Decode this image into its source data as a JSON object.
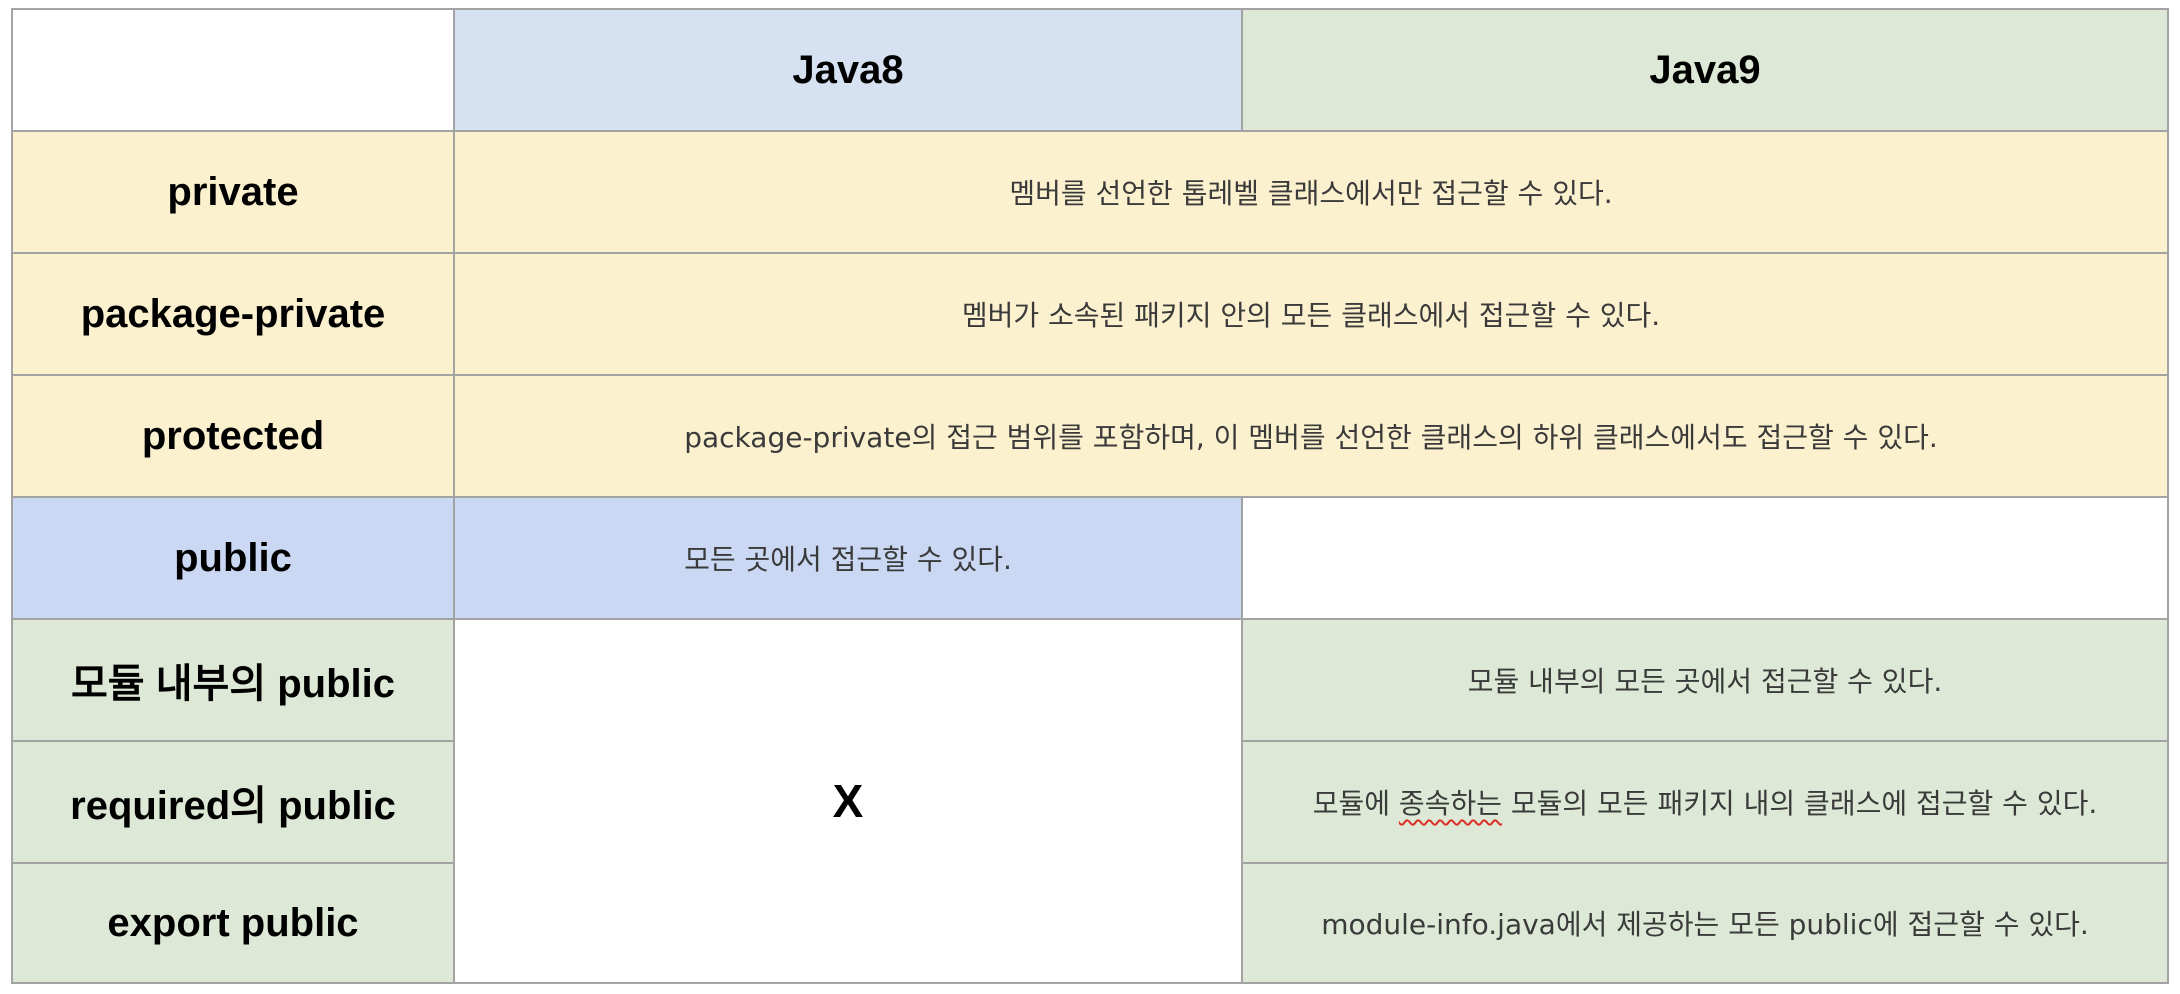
{
  "colors": {
    "java8_header": "#d6e2f2",
    "java9_header": "#dde9d6",
    "yellow_rows": "#fcf1cf",
    "public_row": "#cad8f3",
    "green_rows": "#dde9d6",
    "grid_lines": "#a3a3a3"
  },
  "header": {
    "corner": "",
    "java8": "Java8",
    "java9": "Java9"
  },
  "rows": {
    "private": {
      "label": "private",
      "description": "멤버를 선언한 톱레벨 클래스에서만 접근할 수 있다."
    },
    "package_private": {
      "label": "package-private",
      "description": "멤버가 소속된 패키지 안의 모든 클래스에서 접근할 수 있다."
    },
    "protected": {
      "label": "protected",
      "description": "package-private의 접근 범위를 포함하며, 이 멤버를 선언한 클래스의 하위 클래스에서도 접근할 수 있다."
    },
    "public": {
      "label": "public",
      "java8": "모든 곳에서 접근할 수 있다.",
      "java9": ""
    },
    "module_internal_public": {
      "label": "모듈 내부의 public",
      "java9": "모듈 내부의 모든 곳에서 접근할 수 있다."
    },
    "required_public": {
      "label": "required의 public",
      "java9_before": "모듈에 ",
      "java9_flagged": "종속하는",
      "java9_after": " 모듈의 모든 패키지 내의 클래스에 접근할 수 있다."
    },
    "export_public": {
      "label": "export public",
      "java9": "module-info.java에서 제공하는 모든 public에 접근할 수 있다."
    }
  },
  "java8_module_rows": "X"
}
